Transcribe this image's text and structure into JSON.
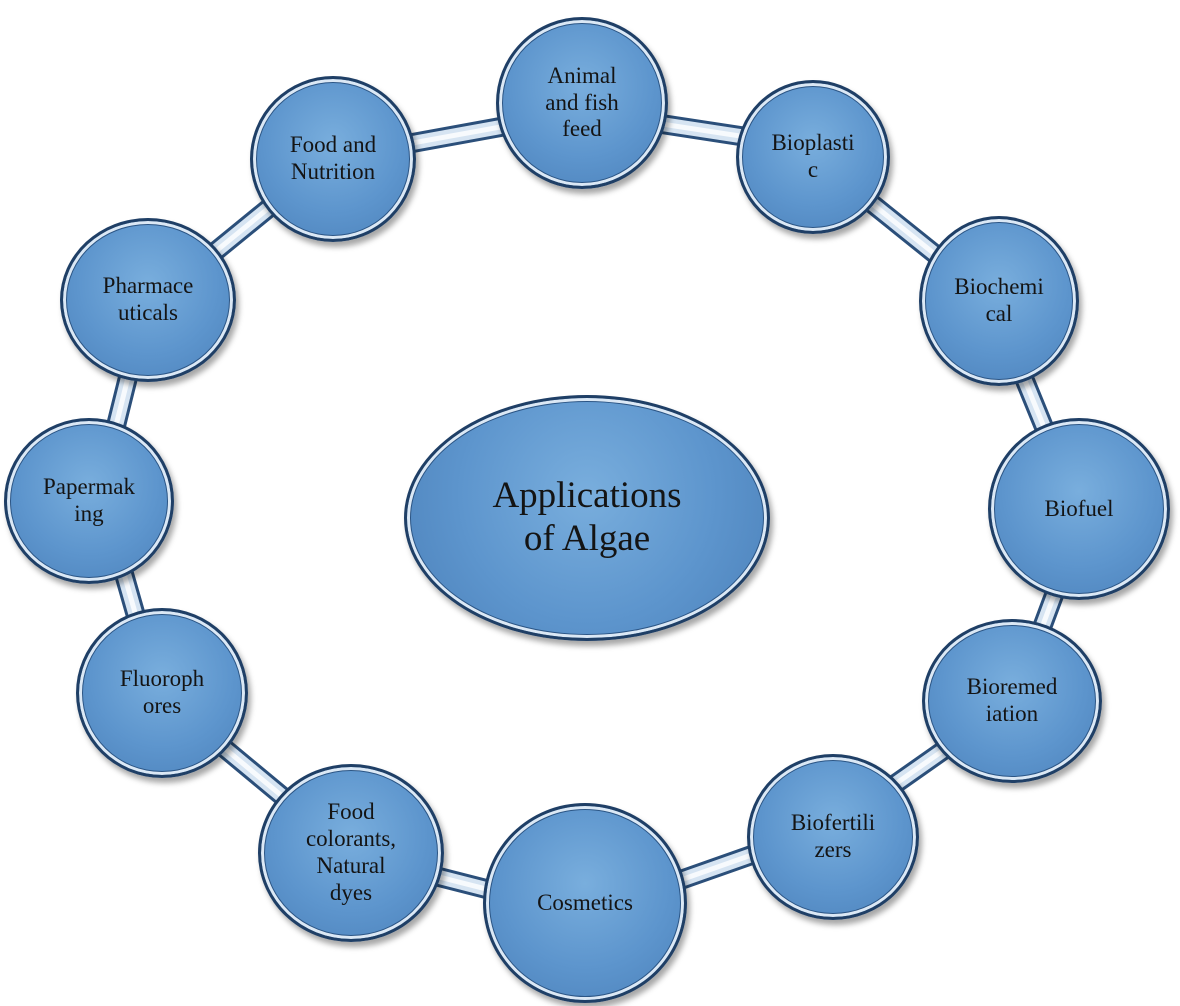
{
  "center": {
    "label": "Applications\nof Algae"
  },
  "applications": [
    "Animal\nand fish\nfeed",
    "Bioplasti\nc",
    "Biochemi\ncal",
    "Biofuel",
    "Bioremed\niation",
    "Biofertili\nzers",
    "Cosmetics",
    "Food\ncolorants,\nNatural\ndyes",
    "Fluoroph\nores",
    "Papermak\ning",
    "Pharmace\nuticals",
    "Food and\nNutrition"
  ],
  "colors": {
    "node_fill": "#5d95cd",
    "node_border": "#1f3f66",
    "ring_band": "#c9dbed"
  }
}
